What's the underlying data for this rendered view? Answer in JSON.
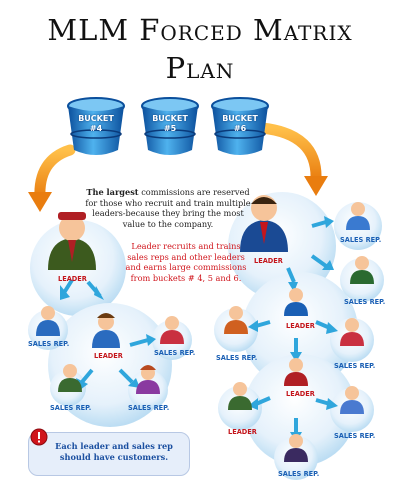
{
  "title": {
    "line1": "MLM Forced Matrix",
    "line2": "Plan"
  },
  "buckets": [
    {
      "line1": "BUCKET",
      "line2": "#4"
    },
    {
      "line1": "BUCKET",
      "line2": "#5"
    },
    {
      "line1": "BUCKET",
      "line2": "#6"
    }
  ],
  "description": {
    "bold": "The largest",
    "rest": " commissions are reserved for those who recruit and train multiple leaders-because they bring the most value to the company."
  },
  "leader_note": "Leader recruits and trains sales reps and other leaders and earns large commissions from buckets # 4, 5 and 6.",
  "labels": {
    "leader": "LEADER",
    "sales_rep": "SALES REP."
  },
  "footer_note": "Each leader and sales rep should have customers.",
  "colors": {
    "title": "#111111",
    "red_text": "#d0141b",
    "blue_label": "#1a5fb4",
    "arrow_orange": "#f39a1e",
    "arrow_cyan": "#2fa6dc"
  }
}
